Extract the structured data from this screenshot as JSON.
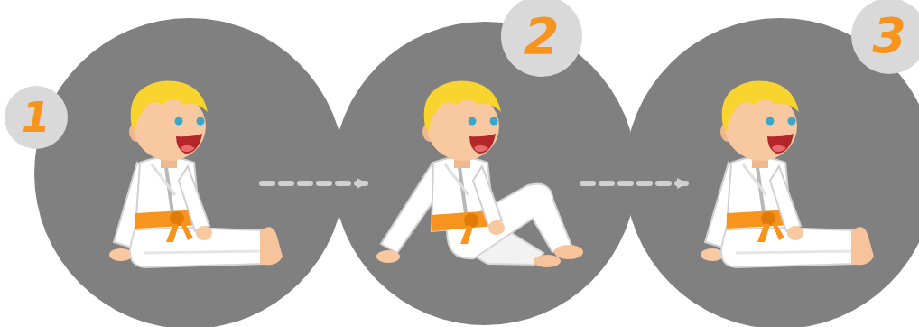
{
  "diagram": {
    "nodes": [
      {
        "text": [
          "1"
        ]
      },
      {
        "text": [
          "2"
        ]
      },
      {
        "text": [
          "3"
        ]
      }
    ],
    "edges": [
      {
        "from": 0,
        "to": 1,
        "arrow": "to"
      },
      {
        "from": 1,
        "to": 2,
        "arrow": "to"
      }
    ]
  }
}
